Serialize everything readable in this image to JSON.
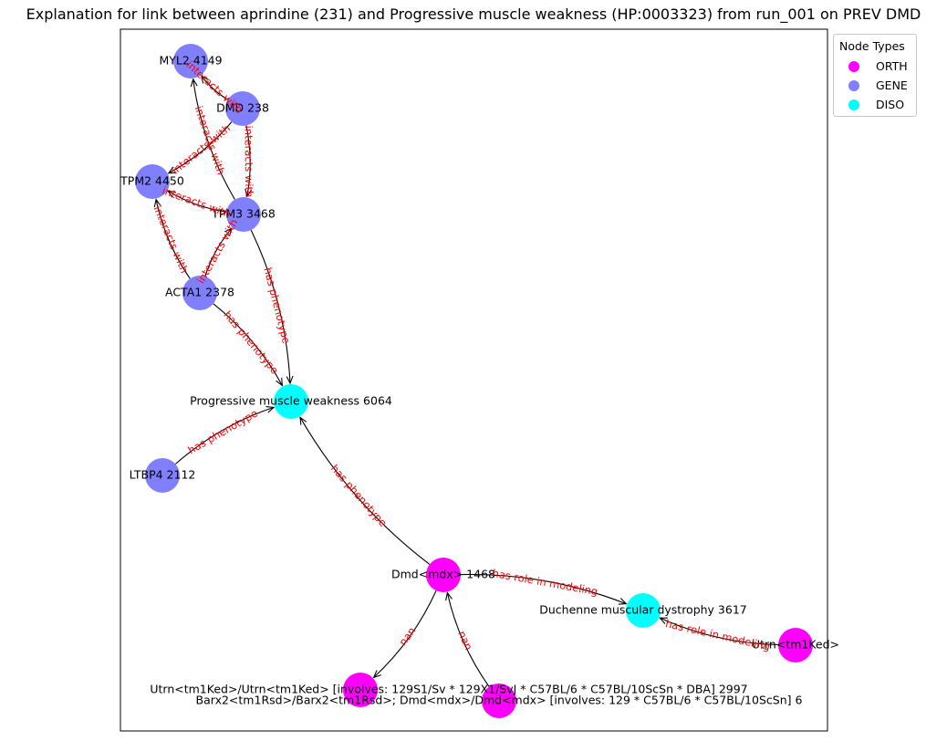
{
  "title": "Explanation for link between aprindine (231) and Progressive muscle weakness (HP:0003323) from run_001 on PREV DMD",
  "legend": {
    "title": "Node Types",
    "items": [
      {
        "label": "ORTH",
        "color": "#ff00ff"
      },
      {
        "label": "GENE",
        "color": "#8080ff"
      },
      {
        "label": "DISO",
        "color": "#00ffff"
      }
    ]
  },
  "colors": {
    "ORTH": "#ff00ff",
    "GENE": "#8080ff",
    "DISO": "#00ffff",
    "edge": "#000000",
    "edge_label": "#ff0000"
  },
  "nodes": [
    {
      "id": "myl2",
      "label": "MYL2 4149",
      "type": "GENE"
    },
    {
      "id": "dmd",
      "label": "DMD 238",
      "type": "GENE"
    },
    {
      "id": "tpm2",
      "label": "TPM2 4450",
      "type": "GENE"
    },
    {
      "id": "tpm3",
      "label": "TPM3 3468",
      "type": "GENE"
    },
    {
      "id": "acta1",
      "label": "ACTA1 2378",
      "type": "GENE"
    },
    {
      "id": "pmw",
      "label": "Progressive muscle weakness 6064",
      "type": "DISO"
    },
    {
      "id": "ltbp4",
      "label": "LTBP4 2112",
      "type": "GENE"
    },
    {
      "id": "dmdmdx",
      "label": "Dmd<mdx> 1468",
      "type": "ORTH"
    },
    {
      "id": "dmd_dis",
      "label": "Duchenne muscular dystrophy 3617",
      "type": "DISO"
    },
    {
      "id": "utrn",
      "label": "Utrn<tm1Ked>",
      "type": "ORTH"
    },
    {
      "id": "utrn_geno",
      "label": "Utrn<tm1Ked>/Utrn<tm1Ked> [involves: 129S1/Sv * 129X1/SvJ * C57BL/6 * C57BL/10ScSn * DBA] 2997",
      "type": "ORTH"
    },
    {
      "id": "barx2",
      "label": "Barx2<tm1Rsd>/Barx2<tm1Rsd>; Dmd<mdx>/Dmd<mdx> [involves: 129 * C57BL/6 * C57BL/10ScSn] 6",
      "type": "ORTH"
    }
  ],
  "edges": [
    {
      "source": "dmd",
      "target": "myl2",
      "label": "interacts with"
    },
    {
      "source": "dmd",
      "target": "tpm2",
      "label": "interacts with"
    },
    {
      "source": "dmd",
      "target": "tpm3",
      "label": "interacts with"
    },
    {
      "source": "tpm3",
      "target": "myl2",
      "label": "interacts with"
    },
    {
      "source": "tpm3",
      "target": "tpm2",
      "label": "interacts with"
    },
    {
      "source": "acta1",
      "target": "tpm2",
      "label": "interacts with"
    },
    {
      "source": "acta1",
      "target": "tpm3",
      "label": "interacts with"
    },
    {
      "source": "tpm3",
      "target": "pmw",
      "label": "has phenotype"
    },
    {
      "source": "acta1",
      "target": "pmw",
      "label": "has phenotype"
    },
    {
      "source": "ltbp4",
      "target": "pmw",
      "label": "has phenotype"
    },
    {
      "source": "dmdmdx",
      "target": "pmw",
      "label": "has phenotype"
    },
    {
      "source": "dmdmdx",
      "target": "dmd_dis",
      "label": "has role in modeling"
    },
    {
      "source": "utrn",
      "target": "dmd_dis",
      "label": "has role in modeling"
    },
    {
      "source": "dmdmdx",
      "target": "utrn_geno",
      "label": "nan"
    },
    {
      "source": "barx2",
      "target": "dmdmdx",
      "label": "nan"
    }
  ]
}
